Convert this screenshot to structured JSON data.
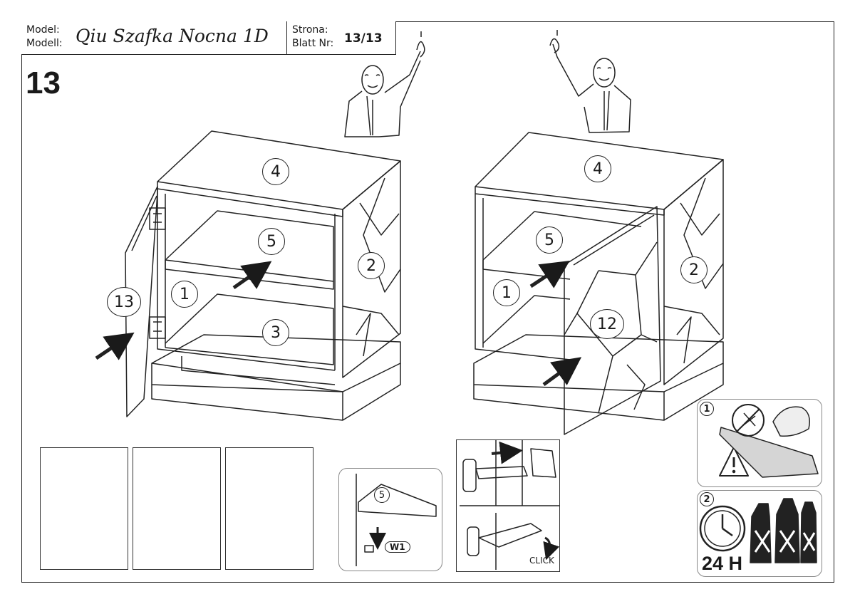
{
  "header": {
    "model_label_1": "Model:",
    "model_label_2": "Modell:",
    "model_name": "Qiu Szafka Nocna 1D",
    "page_label_1": "Strona:",
    "page_label_2": "Blatt Nr:",
    "page_number": "13/13"
  },
  "step_number": "13",
  "left_cabinet": {
    "top": "4",
    "shelf": "5",
    "side": "2",
    "left_side": "1",
    "bottom": "3",
    "door": "13"
  },
  "right_cabinet": {
    "top": "4",
    "shelf": "5",
    "side": "2",
    "left_side": "1",
    "door": "12"
  },
  "shelf_pin": {
    "part": "5",
    "fitting": "W1"
  },
  "hinge_detail": {
    "click_text": "CLICK"
  },
  "care": {
    "warning_number": "1",
    "wait_number": "2",
    "wait_text": "24 H"
  }
}
